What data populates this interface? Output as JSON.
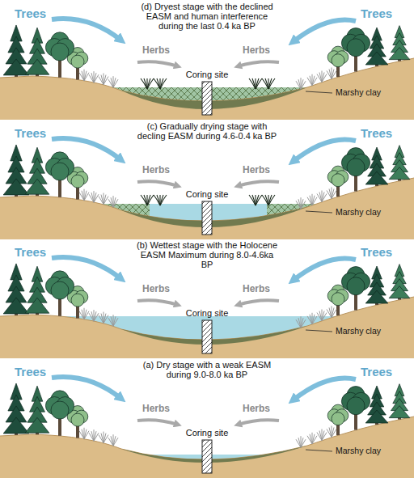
{
  "diagram": {
    "labels": [
      "Trees",
      "(d) Dryest stage with the declined EASM and human interference during the last 0.4 ka BP",
      "Trees",
      "Herbs",
      "Herbs",
      "Coring site",
      "Marshy clay",
      "Trees",
      "(c) Gradually drying stage with decling EASM during 4.6-0.4 ka BP",
      "Trees",
      "Herbs",
      "Herbs",
      "Coring site",
      "Marshy clay",
      "Trees",
      "(b) Wettest stage with the Holocene EASM Maximum during 8.0-4.6ka BP",
      "Trees",
      "Herbs",
      "Herbs",
      "Coring site",
      "Marshy clay",
      "Trees",
      "(a) Dry stage with a weak EASM during 9.0-8.0 ka BP",
      "Trees",
      "Herbs",
      "Herbs",
      "Coring site",
      "Marshy clay"
    ]
  }
}
